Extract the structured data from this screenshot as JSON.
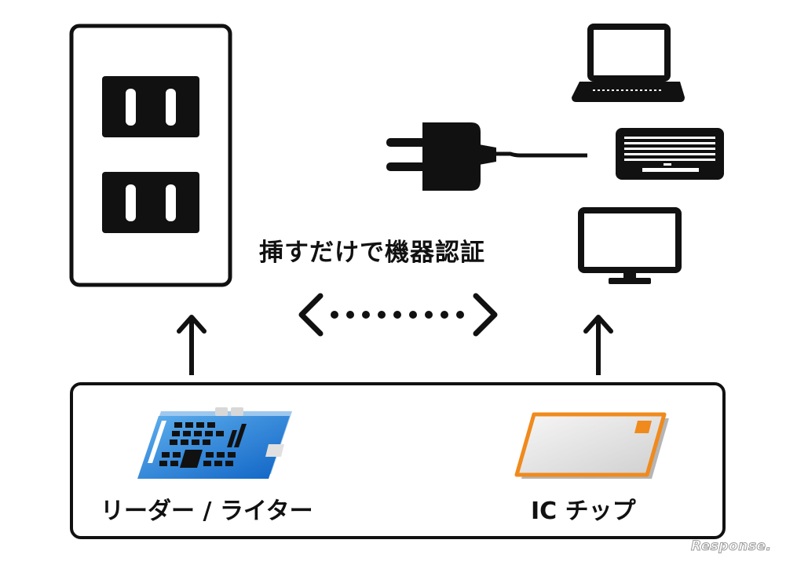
{
  "diagram": {
    "caption": "挿すだけで機器認証",
    "reader_label": "リーダー / ライター",
    "card_label": "IC チップ",
    "watermark": "Response.",
    "colors": {
      "ink": "#111111",
      "reader_blue": "#1a78d2",
      "card_orange": "#f08a1c",
      "card_fill": "#e6e6e6"
    },
    "icons": [
      "wall-outlet-icon",
      "power-plug-icon",
      "laptop-icon",
      "air-conditioner-icon",
      "monitor-icon",
      "reader-writer-icon",
      "ic-card-icon"
    ]
  }
}
